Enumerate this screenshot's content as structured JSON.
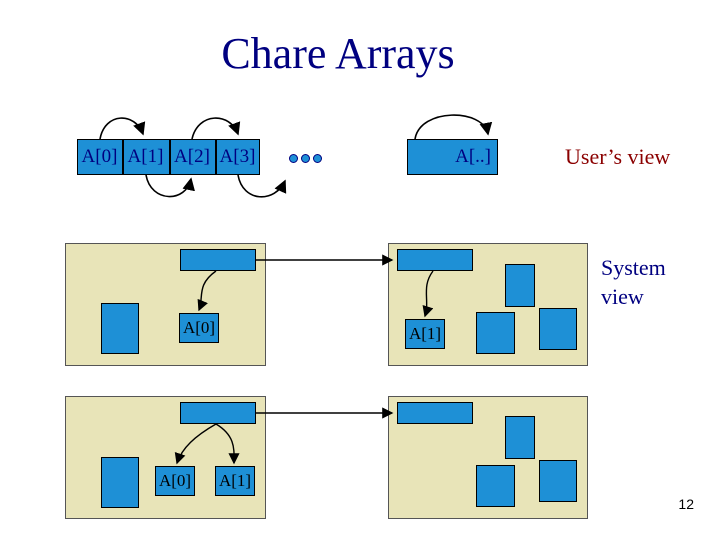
{
  "title": "Chare Arrays",
  "users_view": {
    "cells": [
      "A[0]",
      "A[1]",
      "A[2]",
      "A[3]"
    ],
    "last_cell": "A[..]",
    "label": "User’s view"
  },
  "system_view": {
    "label_line1": "System",
    "label_line2": "view",
    "proc0_top_element": "A[0]",
    "proc1_top_element": "A[1]",
    "proc0_bottom_elements": [
      "A[0]",
      "A[1]"
    ]
  },
  "page_number": "12"
}
